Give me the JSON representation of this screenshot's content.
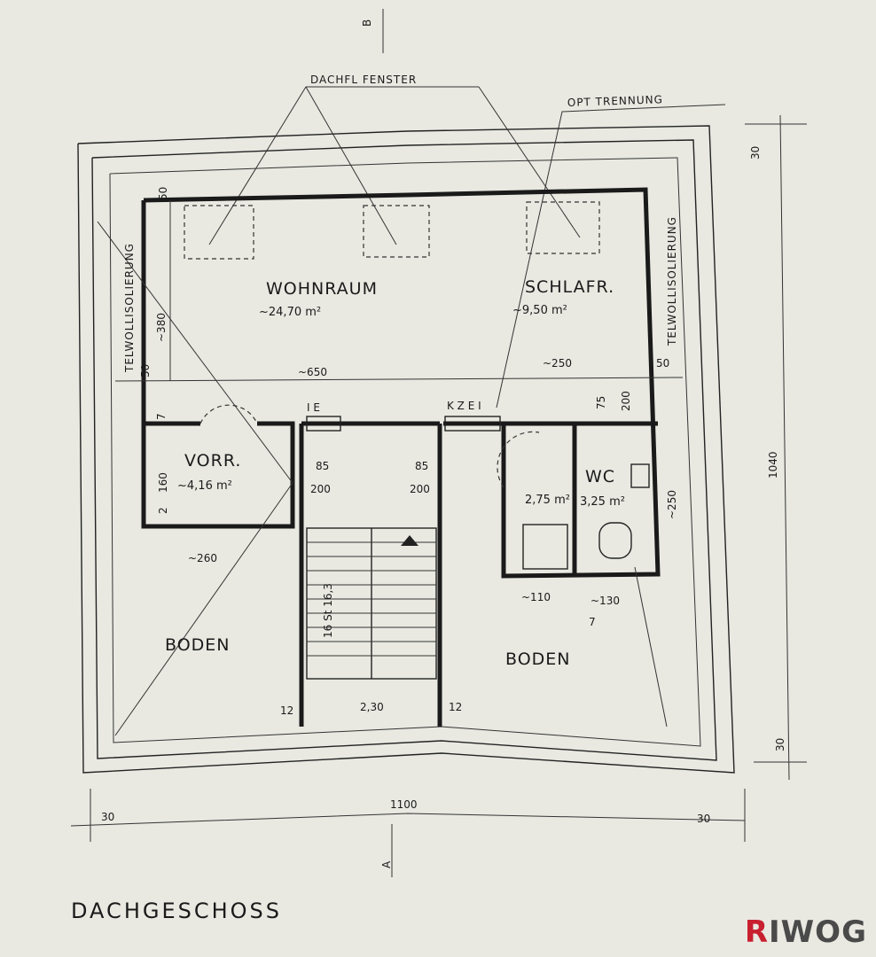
{
  "title": "DACHGESCHOSS",
  "logo": {
    "accent": "R",
    "rest": "IWOG"
  },
  "section_markers": {
    "top": "B",
    "bottom": "A"
  },
  "notes": {
    "skylights": "DACHFL FENSTER",
    "separation": "OPT TRENNUNG",
    "insulation_left": "TELWOLLISOLIERUNG",
    "insulation_right": "TELWOLLISOLIERUNG"
  },
  "rooms": [
    {
      "id": "wohnraum",
      "name": "WOHNRAUM",
      "area": "~24,70 m²"
    },
    {
      "id": "schlafr",
      "name": "SCHLAFR.",
      "area": "~9,50 m²"
    },
    {
      "id": "vorr",
      "name": "VORR.",
      "area": "~4,16 m²"
    },
    {
      "id": "bad",
      "name": "",
      "area": "2,75 m²"
    },
    {
      "id": "wc",
      "name": "WC",
      "area": "3,25 m²"
    },
    {
      "id": "boden-left",
      "name": "BODEN",
      "area": ""
    },
    {
      "id": "boden-right",
      "name": "BODEN",
      "area": ""
    }
  ],
  "kitchen_labels": {
    "ie": "I E",
    "kzei": "K Z E I"
  },
  "dimensions": {
    "overall_width": "1100",
    "overall_depth": "1040",
    "margin_left": "30",
    "margin_right": "30",
    "margin_top_right": "30",
    "margin_bottom_right": "30",
    "wohn_width": "~650",
    "schlaf_width": "~250",
    "wohn_height": "~380",
    "wall_top_left": "50",
    "wall_mid_left": "50",
    "wall_mid_right": "50",
    "vorr_small": "7",
    "vorr_height": "160",
    "vorr_bottom": "2",
    "vorr_width": "~260",
    "door_left_w": "85",
    "door_left_h": "200",
    "door_right_w": "85",
    "door_right_h": "200",
    "door_bath_w": "75",
    "door_bath_h": "200",
    "wc_height": "~250",
    "bath_width": "~110",
    "wc_width": "~130",
    "wall_bottom_7": "7",
    "stair_steps": "16 St 16,3",
    "stair_width": "2,30",
    "stair_wall_left": "12",
    "stair_wall_right": "12"
  }
}
